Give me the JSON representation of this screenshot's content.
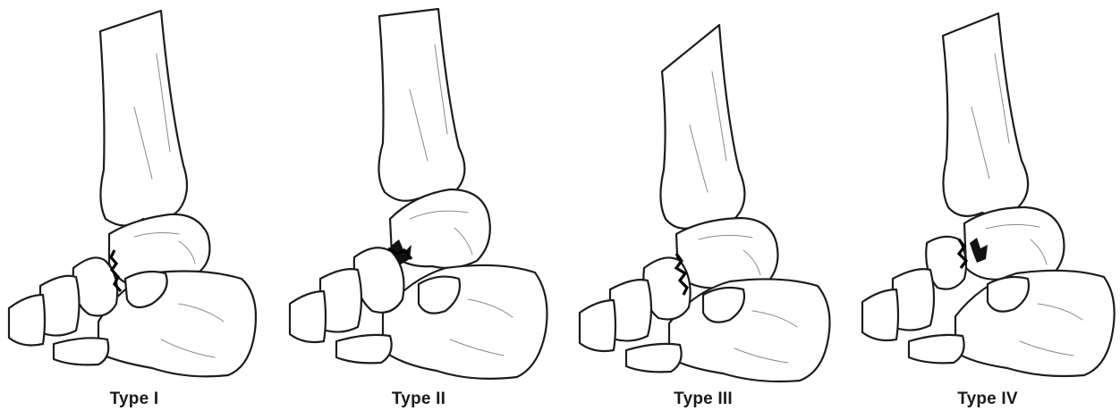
{
  "figure": {
    "panels": [
      {
        "label": "Type I"
      },
      {
        "label": "Type II"
      },
      {
        "label": "Type III"
      },
      {
        "label": "Type IV"
      }
    ]
  }
}
